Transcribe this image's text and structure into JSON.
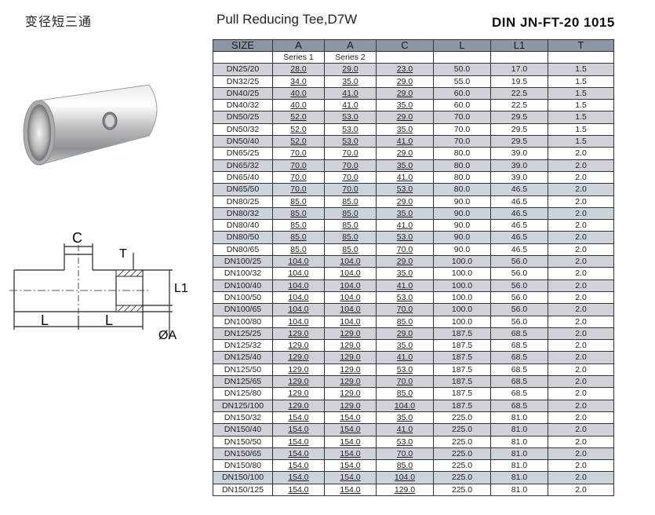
{
  "titles": {
    "chinese": "变径短三通",
    "product": "Pull Reducing Tee,D7W",
    "standard": "DIN  JN-FT-20 1015"
  },
  "diagram_labels": {
    "c": "C",
    "t": "T",
    "l1": "L1",
    "l_left": "L",
    "l_right": "L",
    "dia_a": "ØA"
  },
  "table": {
    "headers": [
      "SIZE",
      "A",
      "A",
      "C",
      "L",
      "L1",
      "T"
    ],
    "subheaders": [
      "",
      "Series 1",
      "Series 2",
      "",
      "",
      "",
      ""
    ],
    "rows": [
      [
        "DN25/20",
        "28.0",
        "29.0",
        "23.0",
        "50.0",
        "17.0",
        "1.5"
      ],
      [
        "DN32/25",
        "34.0",
        "35.0",
        "29.0",
        "55.0",
        "19.5",
        "1.5"
      ],
      [
        "DN40/25",
        "40.0",
        "41.0",
        "29.0",
        "60.0",
        "22.5",
        "1.5"
      ],
      [
        "DN40/32",
        "40.0",
        "41.0",
        "35.0",
        "60.0",
        "22.5",
        "1.5"
      ],
      [
        "DN50/25",
        "52.0",
        "53.0",
        "29.0",
        "70.0",
        "29.5",
        "1.5"
      ],
      [
        "DN50/32",
        "52.0",
        "53.0",
        "35.0",
        "70.0",
        "29.5",
        "1.5"
      ],
      [
        "DN50/40",
        "52.0",
        "53.0",
        "41.0",
        "70.0",
        "29.5",
        "1.5"
      ],
      [
        "DN65/25",
        "70.0",
        "70.0",
        "29.0",
        "80.0",
        "39.0",
        "2.0"
      ],
      [
        "DN65/32",
        "70.0",
        "70.0",
        "35.0",
        "80.0",
        "39.0",
        "2.0"
      ],
      [
        "DN65/40",
        "70.0",
        "70.0",
        "41.0",
        "80.0",
        "39.0",
        "2.0"
      ],
      [
        "DN65/50",
        "70.0",
        "70.0",
        "53.0",
        "80.0",
        "46.5",
        "2.0"
      ],
      [
        "DN80/25",
        "85.0",
        "85.0",
        "29.0",
        "90.0",
        "46.5",
        "2.0"
      ],
      [
        "DN80/32",
        "85.0",
        "85.0",
        "35.0",
        "90.0",
        "46.5",
        "2.0"
      ],
      [
        "DN80/40",
        "85.0",
        "85.0",
        "41.0",
        "90.0",
        "46.5",
        "2.0"
      ],
      [
        "DN80/50",
        "85.0",
        "85.0",
        "53.0",
        "90.0",
        "46.5",
        "2.0"
      ],
      [
        "DN80/65",
        "85.0",
        "85.0",
        "70.0",
        "90.0",
        "46.5",
        "2.0"
      ],
      [
        "DN100/25",
        "104.0",
        "104.0",
        "29.0",
        "100.0",
        "56.0",
        "2.0"
      ],
      [
        "DN100/32",
        "104.0",
        "104.0",
        "35.0",
        "100.0",
        "56.0",
        "2.0"
      ],
      [
        "DN100/40",
        "104.0",
        "104.0",
        "41.0",
        "100.0",
        "56.0",
        "2.0"
      ],
      [
        "DN100/50",
        "104.0",
        "104.0",
        "53.0",
        "100.0",
        "56.0",
        "2.0"
      ],
      [
        "DN100/65",
        "104.0",
        "104.0",
        "70.0",
        "100.0",
        "56.0",
        "2.0"
      ],
      [
        "DN100/80",
        "104.0",
        "104.0",
        "85.0",
        "100.0",
        "56.0",
        "2.0"
      ],
      [
        "DN125/25",
        "129.0",
        "129.0",
        "29.0",
        "187.5",
        "68.5",
        "2.0"
      ],
      [
        "DN125/32",
        "129.0",
        "129.0",
        "35.0",
        "187.5",
        "68.5",
        "2.0"
      ],
      [
        "DN125/40",
        "129.0",
        "129.0",
        "41.0",
        "187.5",
        "68.5",
        "2.0"
      ],
      [
        "DN125/50",
        "129.0",
        "129.0",
        "53.0",
        "187.5",
        "68.5",
        "2.0"
      ],
      [
        "DN125/65",
        "129.0",
        "129.0",
        "70.0",
        "187.5",
        "68.5",
        "2.0"
      ],
      [
        "DN125/80",
        "129.0",
        "129.0",
        "85.0",
        "187.5",
        "68.5",
        "2.0"
      ],
      [
        "DN125/100",
        "129.0",
        "129.0",
        "104.0",
        "187.5",
        "68.5",
        "2.0"
      ],
      [
        "DN150/32",
        "154.0",
        "154.0",
        "35.0",
        "225.0",
        "81.0",
        "2.0"
      ],
      [
        "DN150/40",
        "154.0",
        "154.0",
        "41.0",
        "225.0",
        "81.0",
        "2.0"
      ],
      [
        "DN150/50",
        "154.0",
        "154.0",
        "53.0",
        "225.0",
        "81.0",
        "2.0"
      ],
      [
        "DN150/65",
        "154.0",
        "154.0",
        "70.0",
        "225.0",
        "81.0",
        "2.0"
      ],
      [
        "DN150/80",
        "154.0",
        "154.0",
        "85.0",
        "225.0",
        "81.0",
        "2.0"
      ],
      [
        "DN150/100",
        "154.0",
        "154.0",
        "104.0",
        "225.0",
        "81.0",
        "2.0"
      ],
      [
        "DN150/125",
        "154.0",
        "154.0",
        "129.0",
        "225.0",
        "81.0",
        "2.0"
      ]
    ]
  },
  "colors": {
    "header_bg": "#8d96a4",
    "shade_row": "#cfd3d9"
  },
  "icons": {
    "photo": "reducing-tee-photo",
    "drawing": "technical-drawing-icon"
  }
}
